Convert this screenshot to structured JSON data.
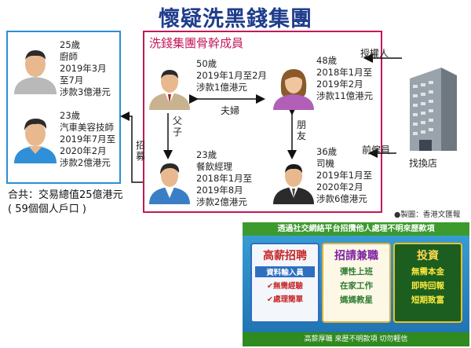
{
  "title": "懷疑洗黑錢集團",
  "core_group": {
    "label": "洗錢集團骨幹成員"
  },
  "persons": {
    "chef": {
      "lines": [
        "25歲",
        "廚師",
        "2019年3月",
        "至7月",
        "涉款3億港元"
      ]
    },
    "technician": {
      "lines": [
        "23歲",
        "汽車美容技師",
        "2019年7月至",
        "2020年2月",
        "涉款2億港元"
      ]
    },
    "father": {
      "lines": [
        "50歲",
        "2019年1月至2月",
        "涉款1億港元"
      ]
    },
    "mother": {
      "lines": [
        "48歲",
        "2018年1月至",
        "2019年2月",
        "涉款11億港元"
      ]
    },
    "son": {
      "lines": [
        "23歲",
        "餐飲經理",
        "2018年1月至",
        "2019年8月",
        "涉款2億港元"
      ]
    },
    "driver": {
      "lines": [
        "36歲",
        "司機",
        "2019年1月至",
        "2020年2月",
        "涉款6億港元"
      ]
    }
  },
  "relations": {
    "couple": "夫婦",
    "father_son": "父子",
    "friends": "朋友",
    "recruit": "招募",
    "authorized": "授權人",
    "former_employee": "前僱員",
    "exchange_shop": "找換店"
  },
  "summary": {
    "line1": "合共：交易總值25億港元",
    "line2": "( 59個個人戶口 )"
  },
  "credit": "●製圖：香港文匯報",
  "ad": {
    "header": "透過社交網絡平台招攬他人處理不明來歷款項",
    "card1": {
      "head": "高薪招聘",
      "lines": [
        "資料輸入員",
        "✔無需經驗",
        "✔處理簡單"
      ]
    },
    "card2": {
      "head": "招請兼職",
      "lines": [
        "彈性上班",
        "在家工作",
        "媽媽教星"
      ]
    },
    "card3": {
      "head": "投資",
      "lines": [
        "無需本金",
        "即時回報",
        "短期致富"
      ]
    },
    "footer": "高薪厚職  來歷不明款項  切勿輕信"
  },
  "colors": {
    "title": "#1f3d8c",
    "blue_box": "#2a8fd6",
    "pink_box": "#c2185b"
  }
}
